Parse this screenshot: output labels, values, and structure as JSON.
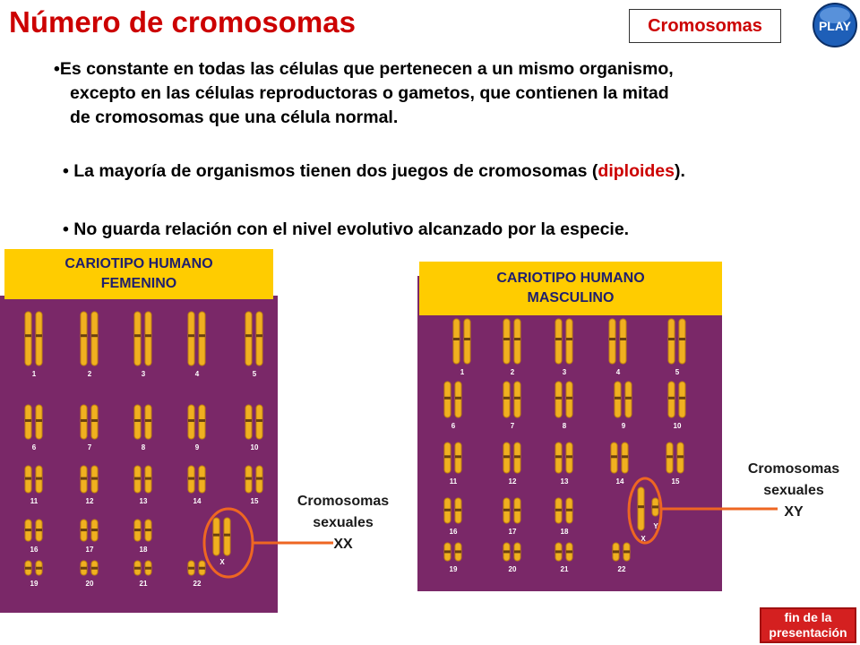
{
  "header": {
    "title": "Número de cromosomas",
    "topic_button": "Cromosomas",
    "play_button": "PLAY"
  },
  "bullets": {
    "b1_line1": "•Es constante en todas las células que pertenecen a un mismo organismo,",
    "b1_line2": "excepto en las células reproductoras o gametos, que contienen la mitad",
    "b1_line3": "de cromosomas que una célula normal.",
    "b2_before": "• La mayoría de organismos tienen dos juegos de cromosomas (",
    "b2_highlight": "diploides",
    "b2_after": ").",
    "b3": "• No guarda relación con el nivel evolutivo alcanzado por la especie."
  },
  "karyotype_female": {
    "label_line1": "CARIOTIPO HUMANO",
    "label_line2": "FEMENINO",
    "numbers": [
      "1",
      "2",
      "3",
      "4",
      "5",
      "6",
      "7",
      "8",
      "9",
      "10",
      "11",
      "12",
      "13",
      "14",
      "15",
      "16",
      "17",
      "18",
      "X",
      "19",
      "20",
      "21",
      "22"
    ],
    "sex_label_line1": "Cromosomas",
    "sex_label_line2": "sexuales",
    "sex_label_line3": "XX"
  },
  "karyotype_male": {
    "label_line1": "CARIOTIPO HUMANO",
    "label_line2": "MASCULINO",
    "numbers": [
      "1",
      "2",
      "3",
      "4",
      "5",
      "6",
      "7",
      "8",
      "9",
      "10",
      "11",
      "12",
      "13",
      "14",
      "15",
      "16",
      "17",
      "18",
      "Y",
      "X",
      "19",
      "20",
      "21",
      "22"
    ],
    "sex_label_line1": "Cromosomas",
    "sex_label_line2": "sexuales",
    "sex_label_line3": "XY"
  },
  "footer": {
    "end_line1": "fin de la",
    "end_line2": "presentación"
  },
  "colors": {
    "title": "#cc0000",
    "panel": "#7a2868",
    "tag": "#ffcc00",
    "marker": "#ee6622",
    "chromosome": "#f0b020"
  }
}
